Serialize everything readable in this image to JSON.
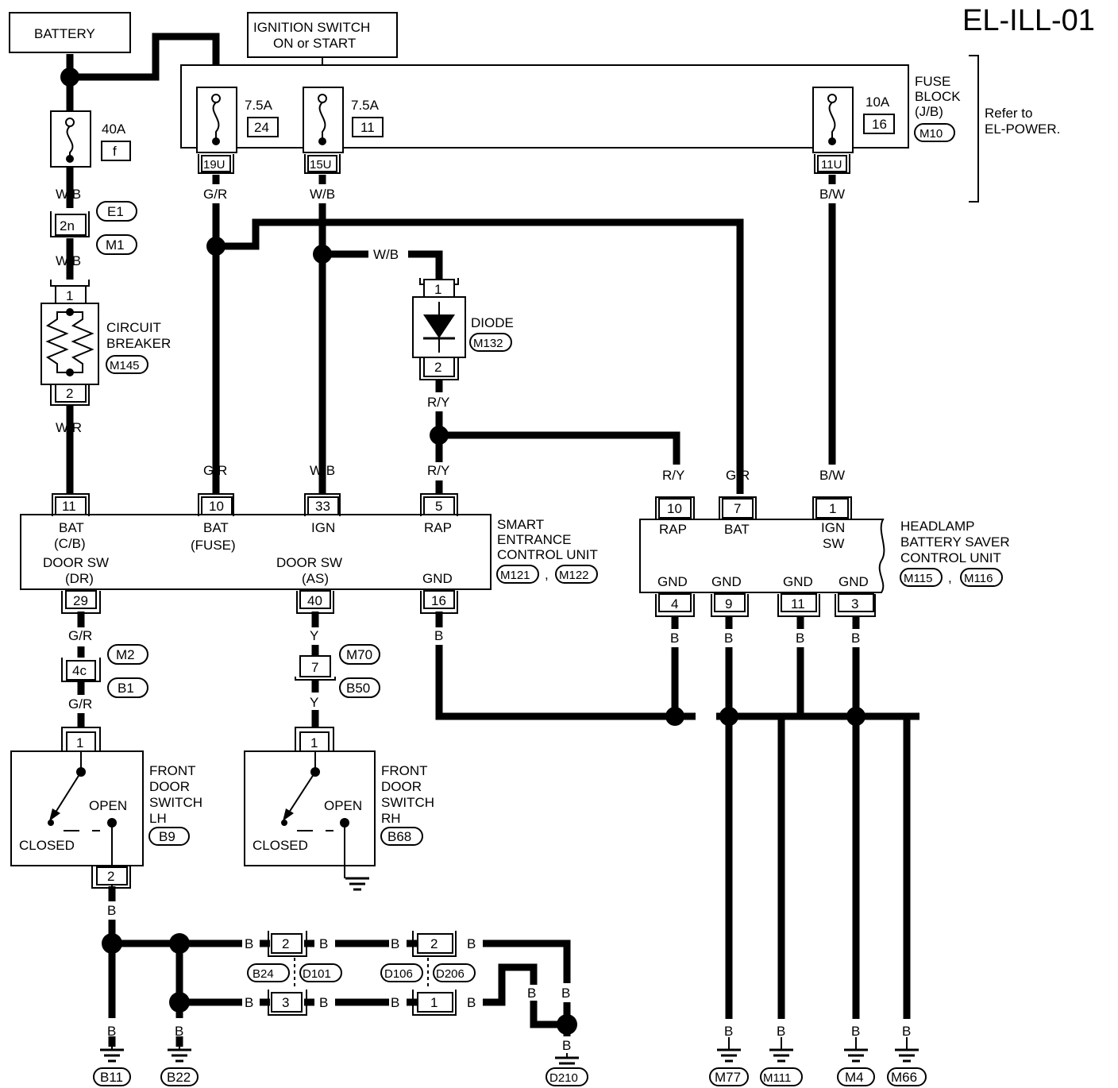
{
  "page_code": "EL-ILL-01",
  "battery": {
    "label": "BATTERY"
  },
  "ignition_switch": {
    "line1": "IGNITION SWITCH",
    "line2": "ON or START"
  },
  "fuse_block": {
    "line1": "FUSE",
    "line2": "BLOCK",
    "line3": "(J/B)",
    "ref": "M10",
    "refer_line1": "Refer to",
    "refer_line2": "EL-POWER.",
    "fuses": [
      {
        "amp": "7.5A",
        "num": "24",
        "terminal": "19U"
      },
      {
        "amp": "7.5A",
        "num": "11",
        "terminal": "15U"
      },
      {
        "amp": "10A",
        "num": "16",
        "terminal": "11U"
      }
    ]
  },
  "fusible_link": {
    "amp": "40A",
    "id": "f"
  },
  "connectors": {
    "c2n": {
      "pin": "2n",
      "a": "E1",
      "b": "M1"
    },
    "c4c": {
      "pin": "4c",
      "a": "M2",
      "b": "B1"
    },
    "c7": {
      "pin": "7",
      "a": "M70",
      "b": "B50"
    }
  },
  "circuit_breaker": {
    "line1": "CIRCUIT",
    "line2": "BREAKER",
    "ref": "M145",
    "pin_top": "1",
    "pin_bottom": "2"
  },
  "diode": {
    "label": "DIODE",
    "ref": "M132",
    "pin_top": "1",
    "pin_bottom": "2"
  },
  "wires": {
    "wb": "W/B",
    "wr": "W/R",
    "gr": "G/R",
    "ry": "R/Y",
    "bw": "B/W",
    "y": "Y",
    "b": "B"
  },
  "secu": {
    "line1": "SMART",
    "line2": "ENTRANCE",
    "line3": "CONTROL UNIT",
    "ref1": "M121",
    "ref2": "M122",
    "comma": ",",
    "pins": {
      "bat_cb": "11",
      "bat_fuse": "10",
      "ign": "33",
      "rap": "5",
      "door_dr": "29",
      "door_as": "40",
      "gnd": "16"
    },
    "labels": {
      "bat": "BAT",
      "cb": "(C/B)",
      "bat2": "BAT",
      "fuse": "(FUSE)",
      "ign": "IGN",
      "rap": "RAP",
      "door_sw": "DOOR SW",
      "dr": "(DR)",
      "door_sw2": "DOOR SW",
      "as": "(AS)",
      "gnd": "GND"
    }
  },
  "headlamp": {
    "line1": "HEADLAMP",
    "line2": "BATTERY SAVER",
    "line3": "CONTROL UNIT",
    "ref1": "M115",
    "ref2": "M116",
    "comma": ",",
    "pins": {
      "rap": "10",
      "bat": "7",
      "ign_sw": "1",
      "gnd1": "4",
      "gnd2": "9",
      "gnd3": "11",
      "gnd4": "3"
    },
    "labels": {
      "rap": "RAP",
      "bat": "BAT",
      "ign": "IGN",
      "sw": "SW",
      "gnd": "GND"
    }
  },
  "door_lh": {
    "line1": "FRONT",
    "line2": "DOOR",
    "line3": "SWITCH",
    "line4": "LH",
    "ref": "B9",
    "open": "OPEN",
    "closed": "CLOSED",
    "pin_top": "1",
    "pin_bottom": "2"
  },
  "door_rh": {
    "line1": "FRONT",
    "line2": "DOOR",
    "line3": "SWITCH",
    "line4": "RH",
    "ref": "B68",
    "open": "OPEN",
    "closed": "CLOSED",
    "pin_top": "1"
  },
  "lower_connectors": {
    "a_pin_top": "2",
    "a_pin_bottom": "3",
    "a_ref1": "B24",
    "a_ref2": "D101",
    "b_pin_top": "2",
    "b_pin_bottom": "1",
    "b_ref1": "D106",
    "b_ref2": "D206"
  },
  "grounds": [
    "B11",
    "B22",
    "D210",
    "M77",
    "M111",
    "M4",
    "M66"
  ]
}
